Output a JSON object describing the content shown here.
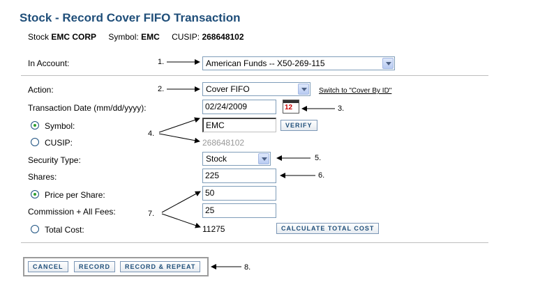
{
  "page": {
    "title": "Stock - Record Cover FIFO Transaction"
  },
  "stock_info": {
    "stock_label": "Stock",
    "stock_value": "EMC CORP",
    "symbol_label": "Symbol:",
    "symbol_value": "EMC",
    "cusip_label": "CUSIP:",
    "cusip_value": "268648102"
  },
  "form": {
    "account": {
      "label": "In Account:",
      "value": "American Funds -- X50-269-115"
    },
    "action": {
      "label": "Action:",
      "value": "Cover FIFO",
      "switch_link": "Switch to \"Cover By ID\""
    },
    "transaction_date": {
      "label": "Transaction Date (mm/dd/yyyy):",
      "value": "02/24/2009",
      "calendar_digits": "12"
    },
    "symbol": {
      "label": "Symbol:",
      "value": "EMC",
      "selected": true,
      "verify_label": "VERIFY"
    },
    "cusip": {
      "label": "CUSIP:",
      "value": "268648102",
      "selected": false
    },
    "security_type": {
      "label": "Security Type:",
      "value": "Stock"
    },
    "shares": {
      "label": "Shares:",
      "value": "225"
    },
    "price_per_share": {
      "label": "Price per Share:",
      "value": "50",
      "selected": true
    },
    "commission": {
      "label": "Commission + All Fees:",
      "value": "25"
    },
    "total_cost": {
      "label": "Total Cost:",
      "value": "11275",
      "selected": false,
      "calculate_label": "CALCULATE TOTAL COST"
    }
  },
  "buttons": {
    "cancel": "CANCEL",
    "record": "RECORD",
    "record_repeat": "RECORD & REPEAT"
  },
  "callouts": [
    "1.",
    "2.",
    "3.",
    "4.",
    "5.",
    "6.",
    "7.",
    "8."
  ],
  "colors": {
    "title": "#1f4e79",
    "radio_selected": "#2ea02e",
    "button_text": "#1f4e79"
  }
}
